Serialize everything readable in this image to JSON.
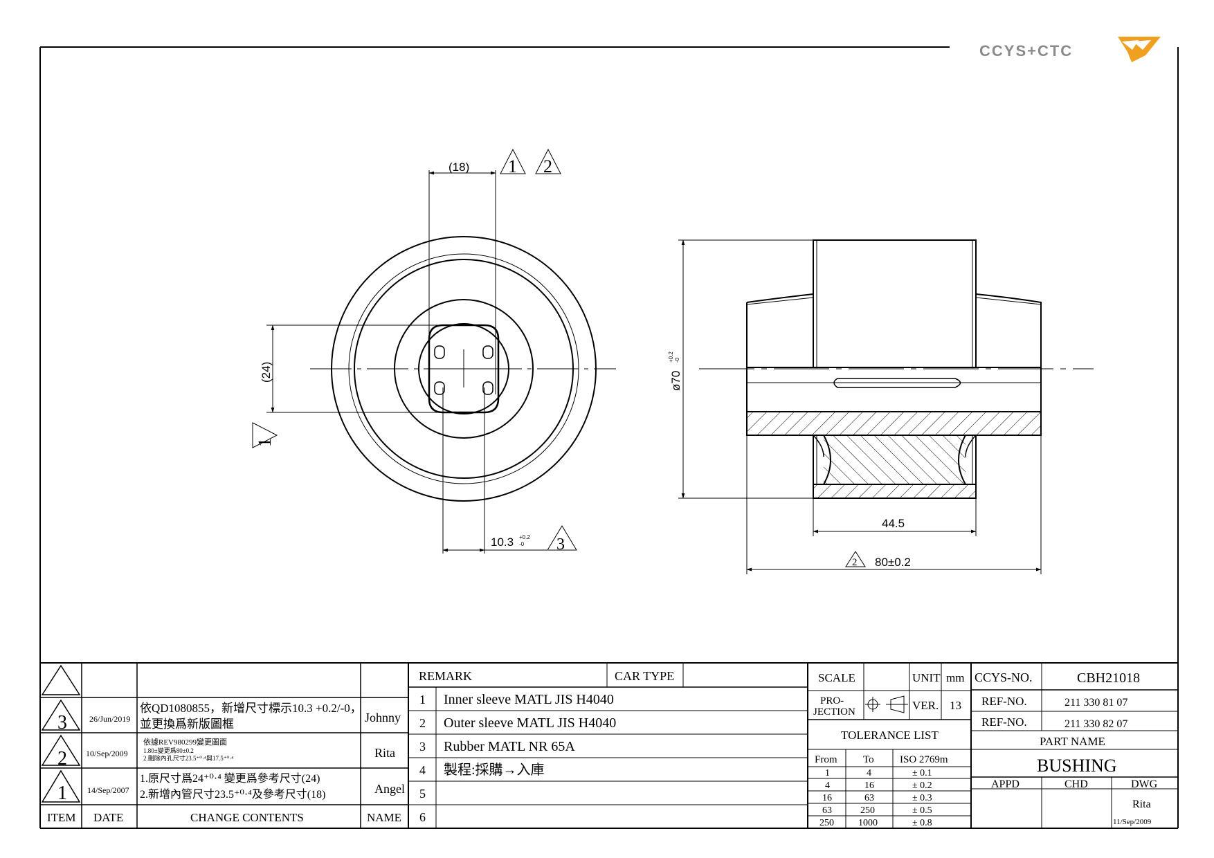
{
  "logo": {
    "text": "CCYS+CTC"
  },
  "front_view": {
    "dim_top": "(18)",
    "dim_left": "(24)",
    "dim_bottom": "10.3",
    "dim_bottom_tol_upper": "+0.2",
    "dim_bottom_tol_lower": "-0",
    "rev_marks_top": [
      "1",
      "2"
    ],
    "rev_mark_left": "1",
    "rev_mark_bottom": "3"
  },
  "side_view": {
    "dim_dia": "ø70",
    "dim_dia_tol_upper": "+0.2",
    "dim_dia_tol_lower": "-0",
    "dim_inner_length": "44.5",
    "dim_total_length": "80±0.2",
    "rev_mark": "2"
  },
  "revision_table": {
    "rows": [
      {
        "item": "",
        "date": "",
        "contents": [
          ""
        ],
        "name": ""
      },
      {
        "item": "3",
        "date": "26/Jun/2019",
        "contents": [
          "依QD1080855，新增尺寸標示10.3 +0.2/-0，",
          "並更換爲新版圖框"
        ],
        "name": "Johnny"
      },
      {
        "item": "2",
        "date": "10/Sep/2009",
        "contents": [
          "依據REV980299變更圖面",
          "1.80±變更爲80±0.2",
          "2.刪除內孔尺寸23.5⁺⁰·⁴與17.5⁺⁰·⁴"
        ],
        "name": "Rita"
      },
      {
        "item": "1",
        "date": "14/Sep/2007",
        "contents": [
          "1.原尺寸爲24⁺⁰·⁴ 變更爲參考尺寸(24)",
          "2.新增內管尺寸23.5⁺⁰·⁴及參考尺寸(18)"
        ],
        "name": "Angel"
      }
    ],
    "headers": {
      "item": "ITEM",
      "date": "DATE",
      "contents": "CHANGE CONTENTS",
      "name": "NAME"
    }
  },
  "remark_table": {
    "remark_label": "REMARK",
    "car_type_label": "CAR TYPE",
    "car_type_value": "",
    "rows": [
      {
        "no": "1",
        "text": "Inner sleeve MATL JIS H4040"
      },
      {
        "no": "2",
        "text": "Outer sleeve MATL JIS H4040"
      },
      {
        "no": "3",
        "text": "Rubber MATL NR 65A"
      },
      {
        "no": "4",
        "text": "製程:採購→入庫"
      },
      {
        "no": "5",
        "text": ""
      },
      {
        "no": "6",
        "text": ""
      }
    ]
  },
  "spec_block": {
    "scale_label": "SCALE",
    "scale_value": "",
    "unit_label": "UNIT",
    "unit_value": "mm",
    "projection_label_1": "PRO-",
    "projection_label_2": "JECTION",
    "ver_label": "VER.",
    "ver_value": "13",
    "tolerance_title": "TOLERANCE LIST",
    "tolerance_headers": [
      "From",
      "To",
      "ISO 2769m"
    ],
    "tolerance_rows": [
      [
        "1",
        "4",
        "± 0.1"
      ],
      [
        "4",
        "16",
        "± 0.2"
      ],
      [
        "16",
        "63",
        "± 0.3"
      ],
      [
        "63",
        "250",
        "± 0.5"
      ],
      [
        "250",
        "1000",
        "± 0.8"
      ]
    ]
  },
  "title_block": {
    "ccys_no_label": "CCYS-NO.",
    "ccys_no_value": "CBH21018",
    "ref_no_label": "REF-NO.",
    "ref_no_1": "211 330 81 07",
    "ref_no_2": "211 330 82 07",
    "part_name_label": "PART NAME",
    "part_name_value": "BUSHING",
    "appd_label": "APPD",
    "chd_label": "CHD",
    "dwg_label": "DWG",
    "dwg_name": "Rita",
    "dwg_date": "11/Sep/2009"
  },
  "colors": {
    "line": "#000000",
    "logo_grey": "#8a8a8a",
    "logo_orange": "#f0a020"
  }
}
